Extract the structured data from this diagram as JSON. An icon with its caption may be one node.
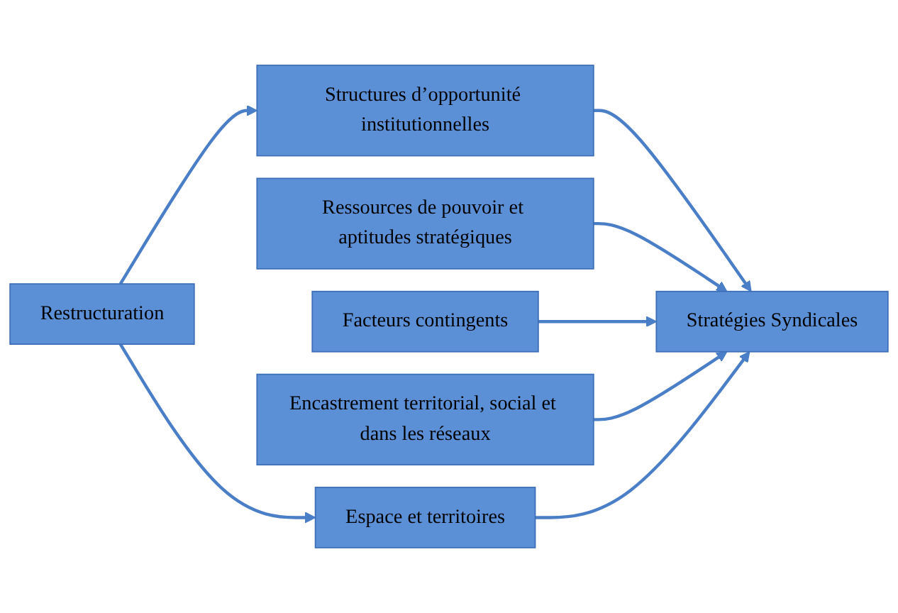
{
  "diagram": {
    "nodes": [
      {
        "text": [
          "Restructuration"
        ]
      },
      {
        "text": [
          "Structures d’opportunité institutionnelles"
        ]
      },
      {
        "text": [
          "Ressources de pouvoir et aptitudes stratégiques"
        ]
      },
      {
        "text": [
          "Facteurs contingents"
        ]
      },
      {
        "text": [
          "Encastrement territorial, social et dans les réseaux"
        ]
      },
      {
        "text": [
          "Espace et territoires"
        ]
      },
      {
        "text": [
          "Stratégies Syndicales"
        ]
      }
    ],
    "edges": [
      {
        "from": 0,
        "to": 1,
        "arrow": "to"
      },
      {
        "from": 0,
        "to": 5,
        "arrow": "to"
      },
      {
        "from": 1,
        "to": 6,
        "arrow": "to"
      },
      {
        "from": 2,
        "to": 6,
        "arrow": "to"
      },
      {
        "from": 3,
        "to": 6,
        "arrow": "to"
      },
      {
        "from": 4,
        "to": 6,
        "arrow": "to"
      },
      {
        "from": 5,
        "to": 6,
        "arrow": "to"
      }
    ]
  }
}
